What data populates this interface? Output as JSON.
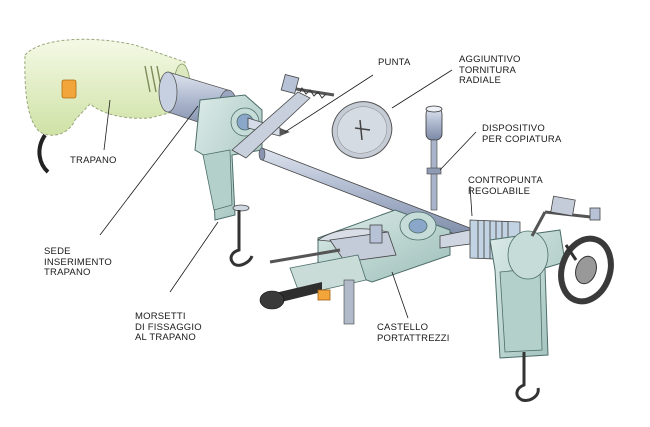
{
  "labels": {
    "punta": "PUNTA",
    "aggiuntivo": "AGGIUNTIVO\nTORNITURA\nRADIALE",
    "dispositivo": "DISPOSITIVO\nPER COPIATURA",
    "contropunta": "CONTROPUNTA\nREGOLABILE",
    "trapano": "TRAPANO",
    "sede": "SEDE\nINSERIMENTO\nTRAPANO",
    "morsetti": "MORSETTI\nDI FISSAGGIO\nAL TRAPANO",
    "castello": "CASTELLO\nPORTATTREZZI"
  },
  "colors": {
    "body_teal": "#c3dad6",
    "body_teal_dark": "#8fb3ae",
    "steel": "#b9c3d6",
    "steel_dark": "#7f8ca8",
    "drill_green": "#e4f0c8",
    "drill_orange": "#f2a53a",
    "handle_dark": "#2e2e2e",
    "outline": "#222222"
  }
}
